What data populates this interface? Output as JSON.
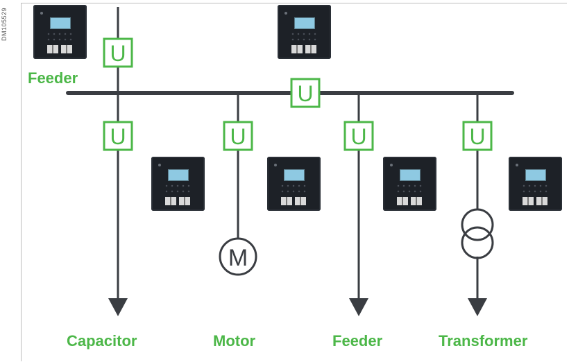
{
  "doc_id": "DM105529",
  "symbol_letter": "U",
  "motor_letter": "M",
  "labels": {
    "feeder_top": "Feeder",
    "capacitor": "Capacitor",
    "motor": "Motor",
    "feeder": "Feeder",
    "transformer": "Transformer"
  },
  "colors": {
    "accent": "#4cb748",
    "line": "#3a3d42",
    "device": "#1d2127"
  }
}
